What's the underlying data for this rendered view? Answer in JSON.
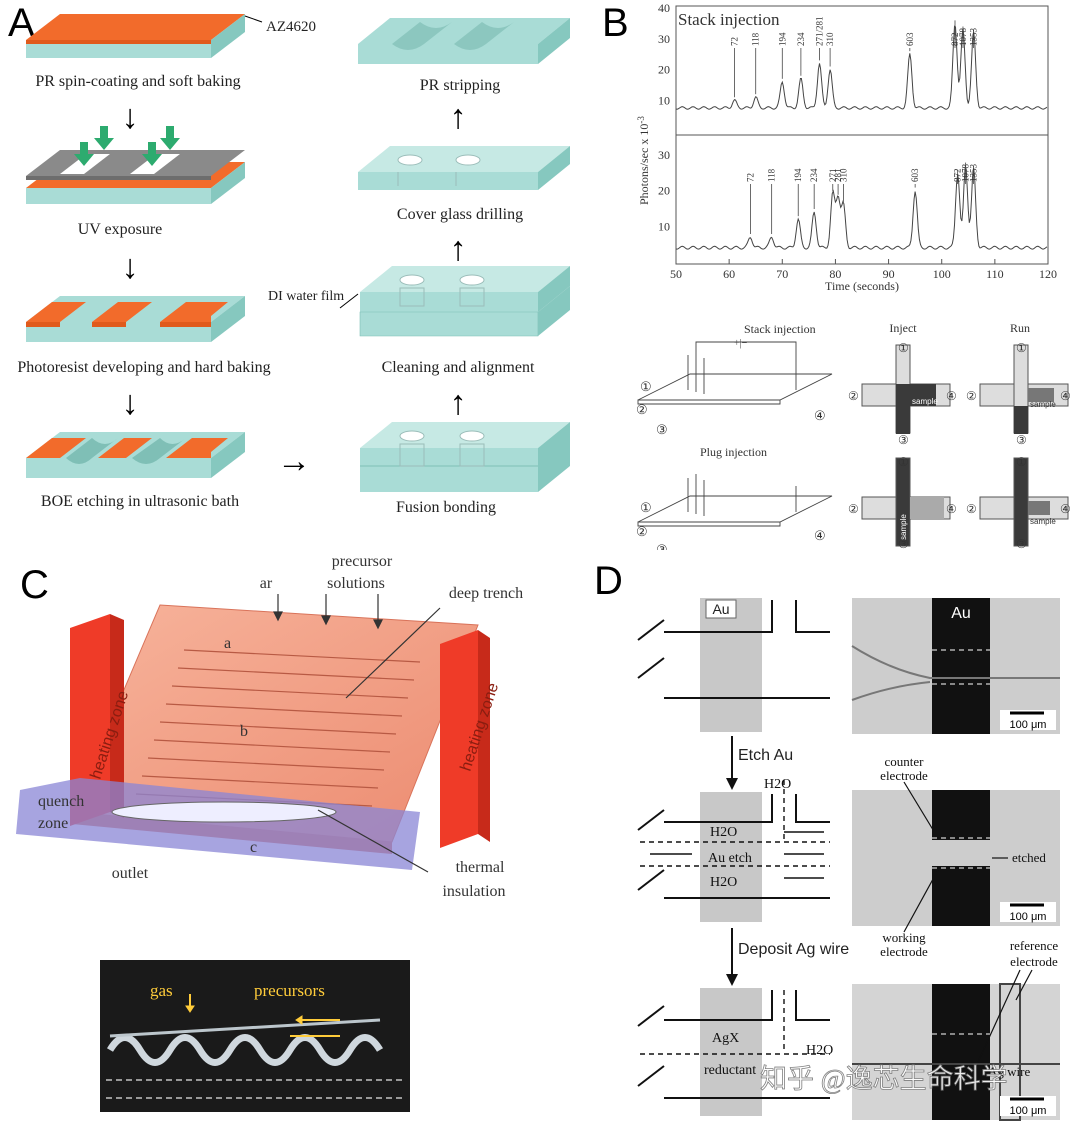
{
  "panels": {
    "a": "A",
    "b": "B",
    "c": "C",
    "d": "D"
  },
  "panel_a": {
    "az_label": "AZ4620",
    "steps": [
      "PR spin-coating and soft baking",
      "UV  exposure",
      "Photoresist developing and hard baking",
      "BOE etching in ultrasonic bath",
      "Fusion bonding",
      "Cleaning and alignment",
      "Cover glass drilling",
      "PR stripping"
    ],
    "di_label": "DI water film"
  },
  "panel_b": {
    "title": "Stack injection",
    "ylabel": "Photons/sec x 10",
    "yexp": "-3",
    "xlabel": "Time (seconds)",
    "xticks": [
      "50",
      "60",
      "70",
      "80",
      "90",
      "100",
      "110",
      "120"
    ],
    "yticks_top": [
      "40",
      "30",
      "20",
      "10"
    ],
    "yticks_bottom": [
      "30",
      "20",
      "10"
    ],
    "peaks_top": [
      "72",
      "118",
      "194",
      "234",
      "271/281",
      "310",
      "603",
      "872",
      "1078",
      "1353"
    ],
    "peaks_bottom": [
      "72",
      "118",
      "194",
      "234",
      "271",
      "281",
      "310",
      "603",
      "872",
      "1078",
      "1353"
    ],
    "schem_stack": "Stack injection",
    "schem_plug": "Plug injection",
    "inject": "Inject",
    "run": "Run",
    "sample": "sample",
    "ports": [
      "①",
      "②",
      "③",
      "④"
    ]
  },
  "chart_data": [
    {
      "type": "line",
      "title": "Stack injection",
      "xlabel": "Time (seconds)",
      "ylabel": "Photons/sec x 10-3",
      "xlim": [
        50,
        120
      ],
      "ylim": [
        0,
        40
      ],
      "series": [
        {
          "peaks_x": [
            61,
            65,
            70,
            73.5,
            77,
            79,
            94,
            102.5,
            104,
            106
          ],
          "peaks_y": [
            10,
            11,
            16,
            17,
            22,
            20,
            25,
            35,
            33,
            32
          ]
        }
      ]
    },
    {
      "type": "line",
      "xlabel": "Time (seconds)",
      "ylabel": "Photons/sec x 10-3",
      "xlim": [
        50,
        120
      ],
      "ylim": [
        0,
        35
      ],
      "series": [
        {
          "peaks_x": [
            64,
            68,
            73,
            76,
            79.5,
            80.5,
            81.5,
            95,
            103,
            104.5,
            106
          ],
          "peaks_y": [
            7,
            7,
            12,
            14,
            19,
            18,
            16,
            20,
            25,
            27,
            26
          ]
        }
      ]
    }
  ],
  "panel_c": {
    "labels": {
      "ar": "ar",
      "precursor1": "precursor",
      "precursor2": "solutions",
      "trench": "deep trench",
      "heat": "heating zone",
      "quench1": "quench",
      "quench2": "zone",
      "outlet": "outlet",
      "thermal1": "thermal",
      "thermal2": "insulation",
      "a": "a",
      "b": "b",
      "c": "c"
    },
    "photo": {
      "gas": "gas",
      "precursors": "precursors"
    }
  },
  "panel_d": {
    "au": "Au",
    "step1": "Etch Au",
    "step2": "Deposit Ag wire",
    "h2o": "H2O",
    "au_etch": "Au etch",
    "agx": "AgX",
    "reductant": "reductant",
    "counter1": "counter",
    "counter2": "electrode",
    "etched": "etched",
    "working1": "working",
    "working2": "electrode",
    "reference1": "reference",
    "reference2": "electrode",
    "agwire": "Ag wire",
    "scale": "100 μm"
  },
  "watermark": "知乎 @逸芯生命科学",
  "colors": {
    "orange": "#f26b2b",
    "cyan": "#a9dcd6",
    "gray": "#8a8a8a",
    "green": "#2dab6f"
  }
}
